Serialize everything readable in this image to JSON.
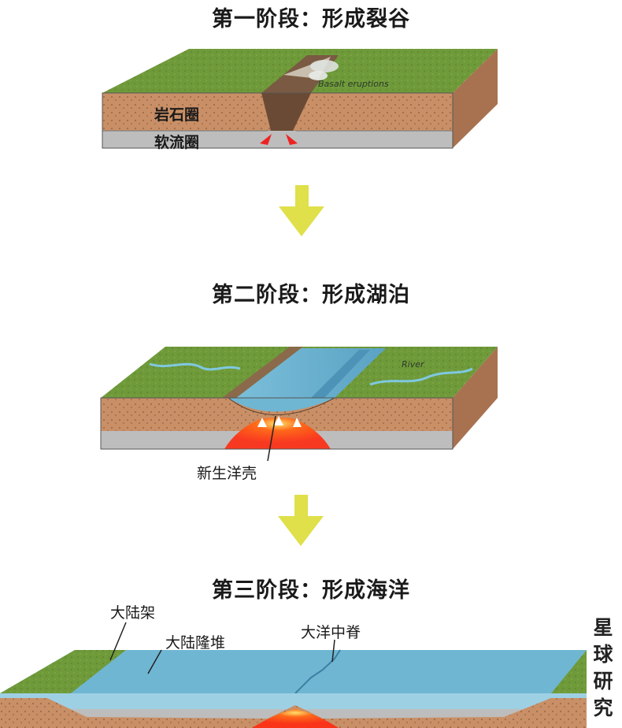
{
  "stages": [
    {
      "title": "第一阶段：形成裂谷",
      "labels": {
        "lithosphere": "岩石圈",
        "asthenosphere": "软流圈",
        "eruption": "Basalt eruptions"
      }
    },
    {
      "title": "第二阶段：形成湖泊",
      "labels": {
        "river": "River",
        "new_crust": "新生洋壳"
      }
    },
    {
      "title": "第三阶段：形成海洋",
      "labels": {
        "shelf": "大陆架",
        "rise": "大陆隆堆",
        "ridge": "大洋中脊"
      }
    }
  ],
  "watermark": [
    "星",
    "球",
    "研",
    "究"
  ],
  "colors": {
    "grass": "#6f9a3a",
    "soil": "#c98f66",
    "mantle": "#b9b9b9",
    "water": "#6fb6d2",
    "magma": "#ff3b1a",
    "arrow": "#dfe04a"
  }
}
